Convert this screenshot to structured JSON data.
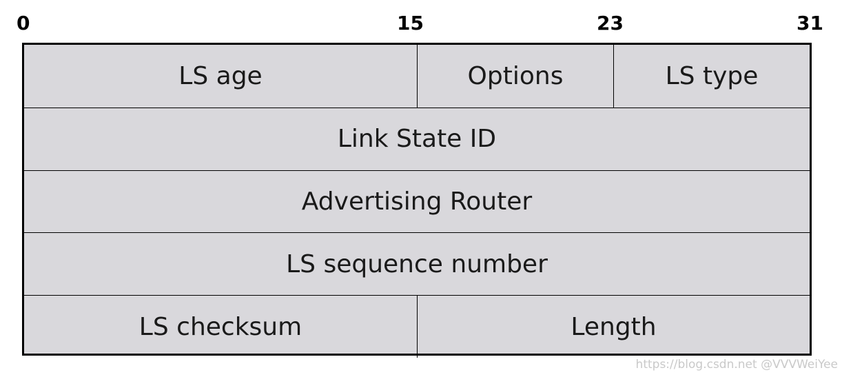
{
  "bit_markers": [
    "0",
    "15",
    "23",
    "31"
  ],
  "rows": [
    [
      "LS age",
      "Options",
      "LS type"
    ],
    [
      "Link State ID"
    ],
    [
      "Advertising Router"
    ],
    [
      "LS sequence number"
    ],
    [
      "LS checksum",
      "Length"
    ]
  ],
  "watermark": "https://blog.csdn.net @VVVWeiYee"
}
